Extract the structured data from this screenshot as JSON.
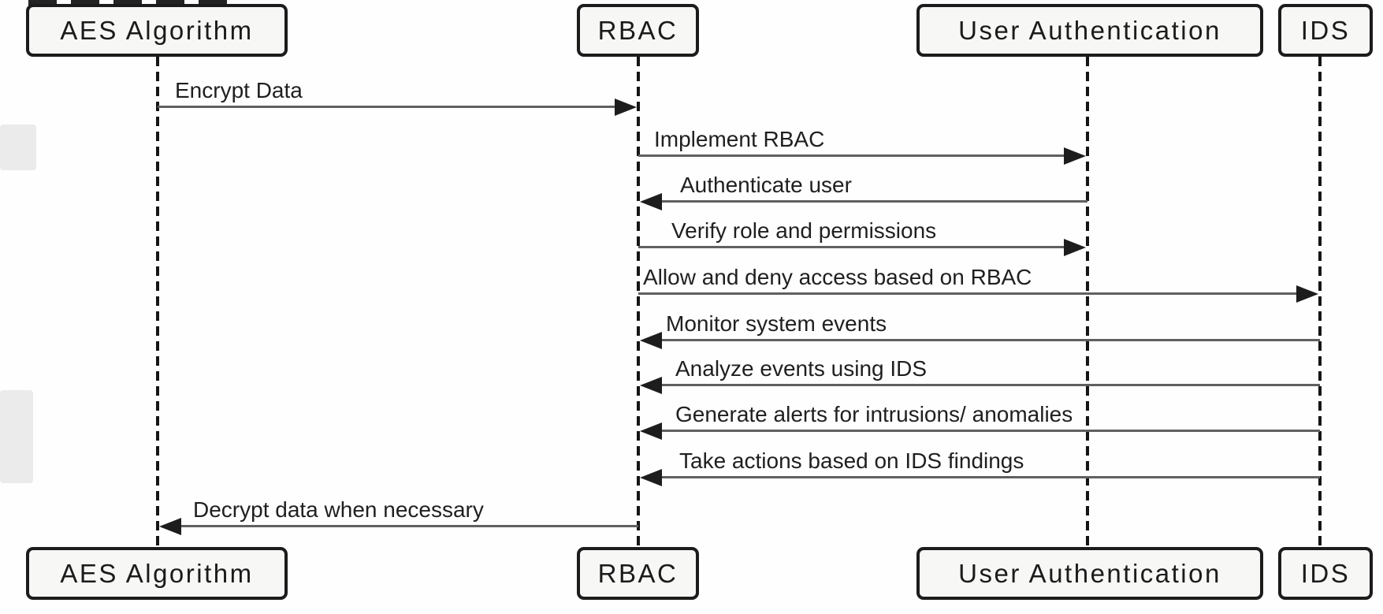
{
  "diagram": {
    "type": "sequence-diagram",
    "participants": [
      {
        "id": "aes",
        "label": "AES Algorithm"
      },
      {
        "id": "rbac",
        "label": "RBAC"
      },
      {
        "id": "ua",
        "label": "User Authentication"
      },
      {
        "id": "ids",
        "label": "IDS"
      }
    ],
    "messages": [
      {
        "from": "aes",
        "to": "rbac",
        "label": "Encrypt Data"
      },
      {
        "from": "rbac",
        "to": "ua",
        "label": "Implement RBAC"
      },
      {
        "from": "ua",
        "to": "rbac",
        "label": "Authenticate user"
      },
      {
        "from": "rbac",
        "to": "ua",
        "label": "Verify role and permissions"
      },
      {
        "from": "rbac",
        "to": "ids",
        "label": "Allow and deny access based on RBAC"
      },
      {
        "from": "ids",
        "to": "rbac",
        "label": "Monitor system events"
      },
      {
        "from": "ids",
        "to": "rbac",
        "label": "Analyze events using IDS"
      },
      {
        "from": "ids",
        "to": "rbac",
        "label": "Generate alerts for intrusions/ anomalies"
      },
      {
        "from": "ids",
        "to": "rbac",
        "label": "Take actions based on IDS findings"
      },
      {
        "from": "rbac",
        "to": "aes",
        "label": "Decrypt data when necessary"
      }
    ],
    "colors": {
      "box_border": "#1c1c1c",
      "box_fill": "#f7f7f6",
      "message_line": "#606060",
      "arrowhead": "#1d1d1d",
      "text": "#1f1f1f",
      "background": "#ffffff"
    }
  }
}
